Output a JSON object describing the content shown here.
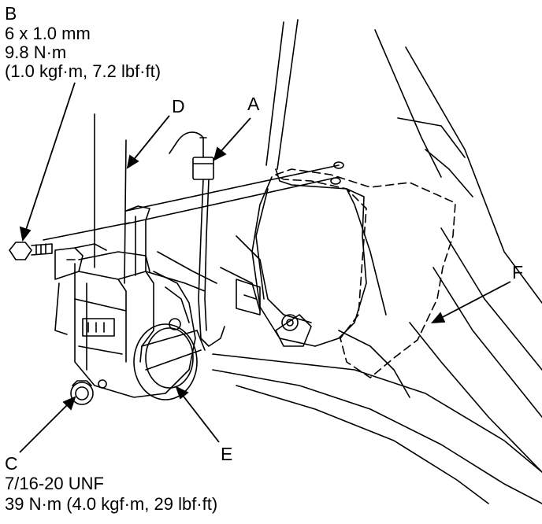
{
  "labels": {
    "A": "A",
    "B": "B",
    "C": "C",
    "D": "D",
    "E": "E",
    "F": "F"
  },
  "specs": {
    "B": {
      "line1": "6 x 1.0 mm",
      "line2": "9.8 N·m",
      "line3": "(1.0 kgf·m, 7.2 lbf·ft)"
    },
    "C": {
      "line1": "7/16-20 UNF",
      "line2": "39 N·m (4.0 kgf·m, 29 lbf·ft)"
    }
  }
}
